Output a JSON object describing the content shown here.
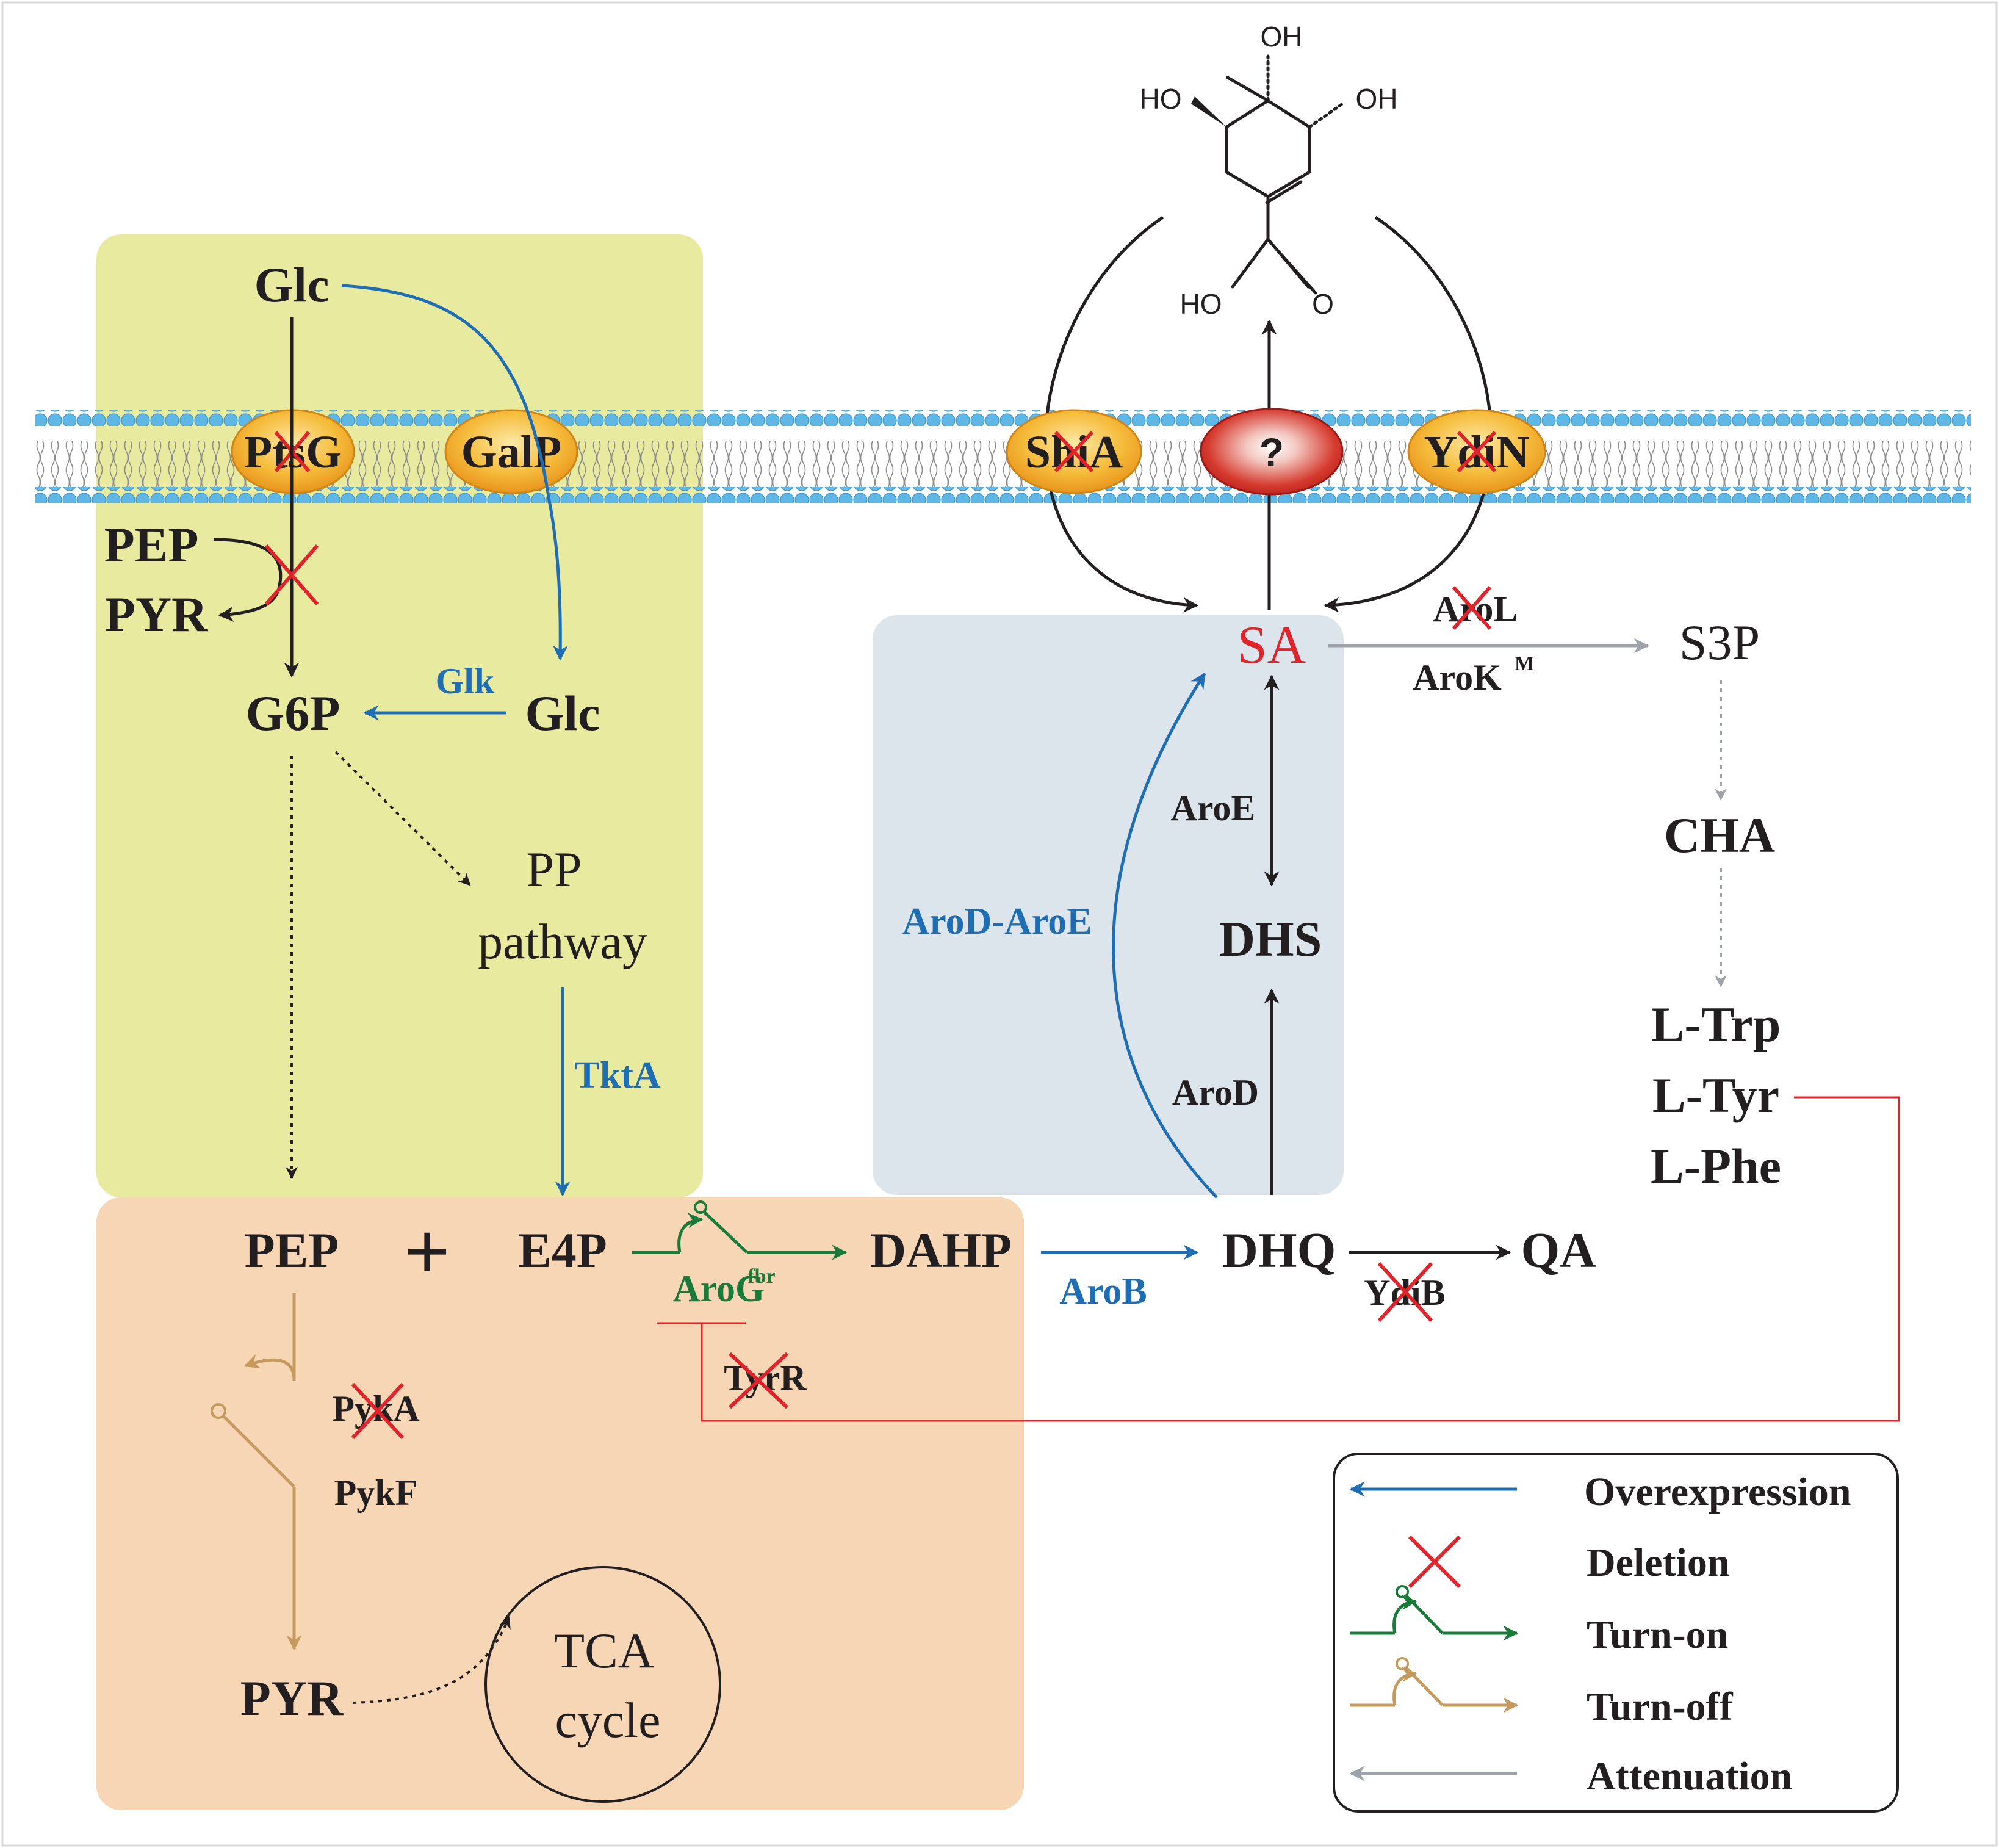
{
  "colors": {
    "black": "#231f20",
    "blue": "#1f6eb4",
    "red": "#e0242b",
    "green": "#1a7a3a",
    "tan": "#c49a5e",
    "gray": "#9ea3aa",
    "green_box": "#e8ea9f",
    "blue_box": "#dde5ec",
    "orange_box": "#f7d6b6",
    "membrane": "#5fb7e6",
    "transporter": "#f4ae2c"
  },
  "molecule": {
    "oh_top": "OH",
    "oh_left": "HO",
    "oh_right": "OH",
    "carboxyl_ho": "HO",
    "carboxyl_o": "O"
  },
  "transporters": {
    "ptsg": "PtsG",
    "galp": "GalP",
    "shia": "ShiA",
    "unknown": "?",
    "ydin": "YdiN"
  },
  "metabolites": {
    "glc_top": "Glc",
    "pep_upper": "PEP",
    "pyr_upper": "PYR",
    "g6p": "G6P",
    "glc_inner": "Glc",
    "pp_line1": "PP",
    "pp_line2": "pathway",
    "sa": "SA",
    "s3p": "S3P",
    "cha": "CHA",
    "l_trp": "L-Trp",
    "l_tyr": "L-Tyr",
    "l_phe": "L-Phe",
    "dhs": "DHS",
    "pep_lower": "PEP",
    "plus": "+",
    "e4p": "E4P",
    "dahp": "DAHP",
    "dhq": "DHQ",
    "qa": "QA",
    "pyr_lower": "PYR",
    "tca_line1": "TCA",
    "tca_line2": "cycle"
  },
  "enzymes": {
    "glk": "Glk",
    "tkta": "TktA",
    "arod_aroe": "AroD-AroE",
    "aroe": "AroE",
    "arod": "AroD",
    "arol": "AroL",
    "arok": "AroK",
    "arok_sup": "M",
    "arog": "AroG",
    "arog_sup": "fbr",
    "arob": "AroB",
    "ydib": "YdiB",
    "tyrr": "TyrR",
    "pyka": "PykA",
    "pykf": "PykF"
  },
  "legend": {
    "overexpression": "Overexpression",
    "deletion": "Deletion",
    "turn_on": "Turn-on",
    "turn_off": "Turn-off",
    "attenuation": "Attenuation"
  }
}
